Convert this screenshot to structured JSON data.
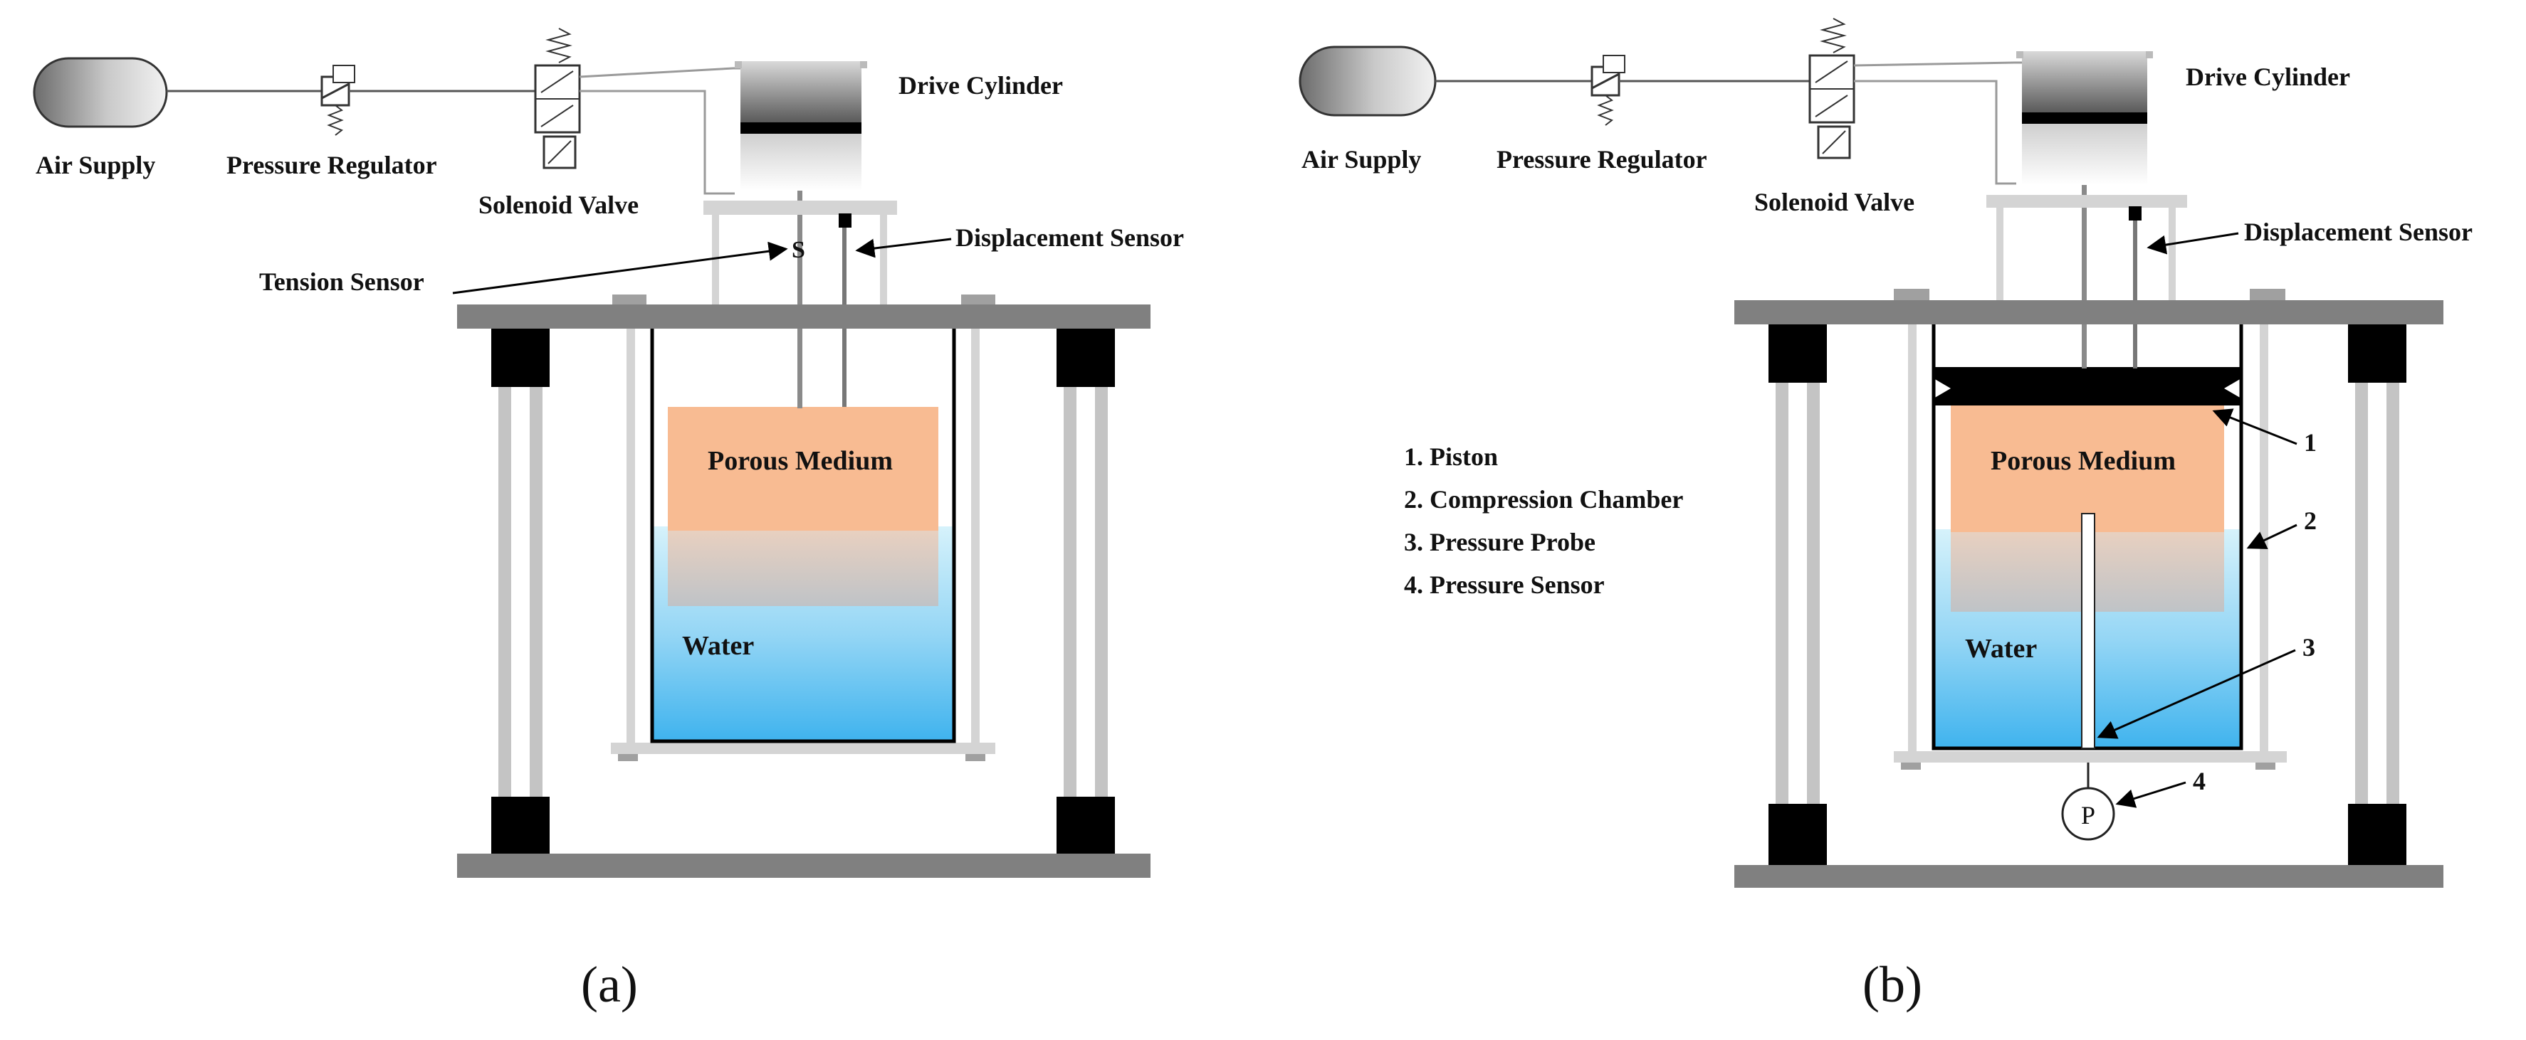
{
  "panel_a": {
    "caption": "(a)",
    "air_supply": "Air Supply",
    "pressure_regulator": "Pressure Regulator",
    "solenoid_valve": "Solenoid Valve",
    "drive_cylinder": "Drive Cylinder",
    "displacement_sensor": "Displacement Sensor",
    "tension_sensor": "Tension Sensor",
    "porous_medium": "Porous Medium",
    "water": "Water"
  },
  "panel_b": {
    "caption": "(b)",
    "air_supply": "Air Supply",
    "pressure_regulator": "Pressure Regulator",
    "solenoid_valve": "Solenoid Valve",
    "drive_cylinder": "Drive Cylinder",
    "displacement_sensor": "Displacement Sensor",
    "porous_medium": "Porous Medium",
    "water": "Water",
    "legend": [
      "1. Piston",
      "2. Compression Chamber",
      "3. Pressure Probe",
      "4. Pressure Sensor"
    ],
    "callouts": [
      "1",
      "2",
      "3",
      "4"
    ],
    "pressure_symbol": "P"
  },
  "colors": {
    "frame": "#808080",
    "post": "#c4c4c4",
    "block": "#000000",
    "porous": "#f8bb92",
    "water_top": "#cdeffc",
    "water_bottom": "#3fb4ee"
  }
}
